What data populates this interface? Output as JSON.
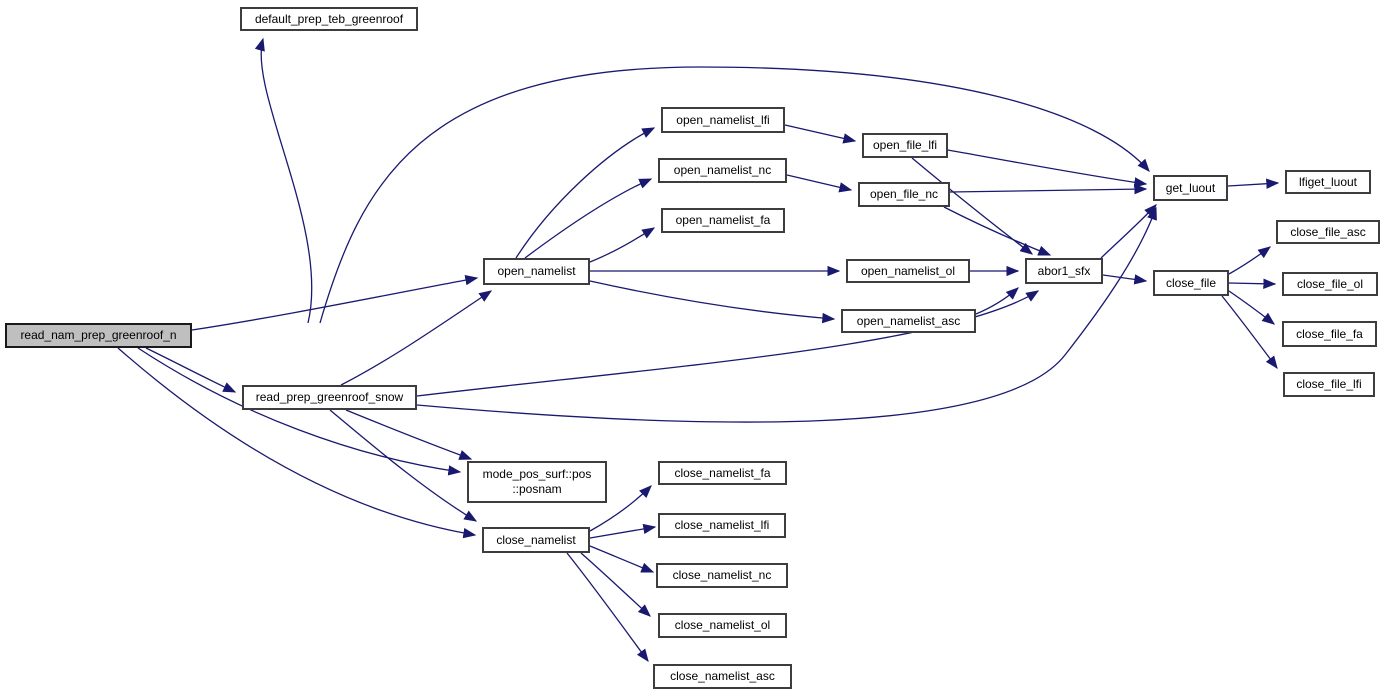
{
  "diagram": {
    "type": "call-graph",
    "edge_color": "#191970",
    "node_border_color": "#3d3d3d",
    "highlight_fill": "#bfbfbf",
    "nodes": [
      {
        "id": "read_nam_prep_greenroof_n",
        "label": "read_nam_prep_greenroof_n",
        "highlighted": true
      },
      {
        "id": "default_prep_teb_greenroof",
        "label": "default_prep_teb_greenroof",
        "highlighted": false
      },
      {
        "id": "open_namelist",
        "label": "open_namelist",
        "highlighted": false
      },
      {
        "id": "open_namelist_lfi",
        "label": "open_namelist_lfi",
        "highlighted": false
      },
      {
        "id": "open_namelist_nc",
        "label": "open_namelist_nc",
        "highlighted": false
      },
      {
        "id": "open_namelist_fa",
        "label": "open_namelist_fa",
        "highlighted": false
      },
      {
        "id": "open_namelist_ol",
        "label": "open_namelist_ol",
        "highlighted": false
      },
      {
        "id": "open_namelist_asc",
        "label": "open_namelist_asc",
        "highlighted": false
      },
      {
        "id": "open_file_lfi",
        "label": "open_file_lfi",
        "highlighted": false
      },
      {
        "id": "open_file_nc",
        "label": "open_file_nc",
        "highlighted": false
      },
      {
        "id": "abor1_sfx",
        "label": "abor1_sfx",
        "highlighted": false
      },
      {
        "id": "get_luout",
        "label": "get_luout",
        "highlighted": false
      },
      {
        "id": "lfiget_luout",
        "label": "lfiget_luout",
        "highlighted": false
      },
      {
        "id": "close_file",
        "label": "close_file",
        "highlighted": false
      },
      {
        "id": "close_file_asc",
        "label": "close_file_asc",
        "highlighted": false
      },
      {
        "id": "close_file_ol",
        "label": "close_file_ol",
        "highlighted": false
      },
      {
        "id": "close_file_fa",
        "label": "close_file_fa",
        "highlighted": false
      },
      {
        "id": "close_file_lfi",
        "label": "close_file_lfi",
        "highlighted": false
      },
      {
        "id": "read_prep_greenroof_snow",
        "label": "read_prep_greenroof_snow",
        "highlighted": false
      },
      {
        "id": "mode_pos_surf_posnam",
        "label": "mode_pos_surf::pos\n::posnam",
        "highlighted": false
      },
      {
        "id": "close_namelist",
        "label": "close_namelist",
        "highlighted": false
      },
      {
        "id": "close_namelist_fa",
        "label": "close_namelist_fa",
        "highlighted": false
      },
      {
        "id": "close_namelist_lfi",
        "label": "close_namelist_lfi",
        "highlighted": false
      },
      {
        "id": "close_namelist_nc",
        "label": "close_namelist_nc",
        "highlighted": false
      },
      {
        "id": "close_namelist_ol",
        "label": "close_namelist_ol",
        "highlighted": false
      },
      {
        "id": "close_namelist_asc",
        "label": "close_namelist_asc",
        "highlighted": false
      }
    ],
    "edges": [
      {
        "from": "read_nam_prep_greenroof_n",
        "to": "default_prep_teb_greenroof"
      },
      {
        "from": "read_nam_prep_greenroof_n",
        "to": "get_luout"
      },
      {
        "from": "read_nam_prep_greenroof_n",
        "to": "open_namelist"
      },
      {
        "from": "read_nam_prep_greenroof_n",
        "to": "read_prep_greenroof_snow"
      },
      {
        "from": "read_nam_prep_greenroof_n",
        "to": "mode_pos_surf_posnam"
      },
      {
        "from": "read_nam_prep_greenroof_n",
        "to": "close_namelist"
      },
      {
        "from": "read_prep_greenroof_snow",
        "to": "open_namelist"
      },
      {
        "from": "read_prep_greenroof_snow",
        "to": "abor1_sfx"
      },
      {
        "from": "read_prep_greenroof_snow",
        "to": "get_luout"
      },
      {
        "from": "read_prep_greenroof_snow",
        "to": "mode_pos_surf_posnam"
      },
      {
        "from": "read_prep_greenroof_snow",
        "to": "close_namelist"
      },
      {
        "from": "open_namelist",
        "to": "open_namelist_lfi"
      },
      {
        "from": "open_namelist",
        "to": "open_namelist_nc"
      },
      {
        "from": "open_namelist",
        "to": "open_namelist_fa"
      },
      {
        "from": "open_namelist",
        "to": "open_namelist_ol"
      },
      {
        "from": "open_namelist",
        "to": "open_namelist_asc"
      },
      {
        "from": "open_namelist_lfi",
        "to": "open_file_lfi"
      },
      {
        "from": "open_namelist_nc",
        "to": "open_file_nc"
      },
      {
        "from": "open_file_lfi",
        "to": "get_luout"
      },
      {
        "from": "open_file_lfi",
        "to": "abor1_sfx"
      },
      {
        "from": "open_file_nc",
        "to": "get_luout"
      },
      {
        "from": "open_file_nc",
        "to": "abor1_sfx"
      },
      {
        "from": "open_namelist_ol",
        "to": "abor1_sfx"
      },
      {
        "from": "open_namelist_asc",
        "to": "abor1_sfx"
      },
      {
        "from": "abor1_sfx",
        "to": "get_luout"
      },
      {
        "from": "abor1_sfx",
        "to": "close_file"
      },
      {
        "from": "get_luout",
        "to": "lfiget_luout"
      },
      {
        "from": "close_file",
        "to": "close_file_asc"
      },
      {
        "from": "close_file",
        "to": "close_file_ol"
      },
      {
        "from": "close_file",
        "to": "close_file_fa"
      },
      {
        "from": "close_file",
        "to": "close_file_lfi"
      },
      {
        "from": "close_namelist",
        "to": "close_namelist_fa"
      },
      {
        "from": "close_namelist",
        "to": "close_namelist_lfi"
      },
      {
        "from": "close_namelist",
        "to": "close_namelist_nc"
      },
      {
        "from": "close_namelist",
        "to": "close_namelist_ol"
      },
      {
        "from": "close_namelist",
        "to": "close_namelist_asc"
      }
    ]
  }
}
